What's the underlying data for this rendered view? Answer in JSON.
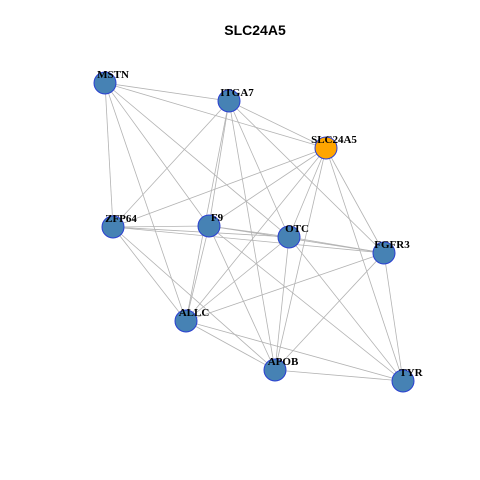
{
  "title": "SLC24A5",
  "colors": {
    "node_default": "#4682b4",
    "node_focus": "#ffa500",
    "node_border": "#2a3fd1",
    "edge": "#b3b3b3"
  },
  "nodes": [
    {
      "id": "MSTN",
      "label": "MSTN",
      "focus": false
    },
    {
      "id": "ITGA7",
      "label": "ITGA7",
      "focus": false
    },
    {
      "id": "SLC24A5",
      "label": "SLC24A5",
      "focus": true
    },
    {
      "id": "ZFP64",
      "label": "ZFP64",
      "focus": false
    },
    {
      "id": "F9",
      "label": "F9",
      "focus": false
    },
    {
      "id": "OTC",
      "label": "OTC",
      "focus": false
    },
    {
      "id": "FGFR3",
      "label": "FGFR3",
      "focus": false
    },
    {
      "id": "ALLC",
      "label": "ALLC",
      "focus": false
    },
    {
      "id": "APOB",
      "label": "APOB",
      "focus": false
    },
    {
      "id": "TYR",
      "label": "TYR",
      "focus": false
    }
  ],
  "edges": [
    [
      "MSTN",
      "ITGA7"
    ],
    [
      "MSTN",
      "SLC24A5"
    ],
    [
      "MSTN",
      "ZFP64"
    ],
    [
      "MSTN",
      "F9"
    ],
    [
      "MSTN",
      "OTC"
    ],
    [
      "MSTN",
      "ALLC"
    ],
    [
      "ITGA7",
      "SLC24A5"
    ],
    [
      "ITGA7",
      "ZFP64"
    ],
    [
      "ITGA7",
      "F9"
    ],
    [
      "ITGA7",
      "OTC"
    ],
    [
      "ITGA7",
      "FGFR3"
    ],
    [
      "ITGA7",
      "ALLC"
    ],
    [
      "ITGA7",
      "APOB"
    ],
    [
      "SLC24A5",
      "ZFP64"
    ],
    [
      "SLC24A5",
      "F9"
    ],
    [
      "SLC24A5",
      "OTC"
    ],
    [
      "SLC24A5",
      "ALLC"
    ],
    [
      "SLC24A5",
      "APOB"
    ],
    [
      "SLC24A5",
      "TYR"
    ],
    [
      "SLC24A5",
      "FGFR3"
    ],
    [
      "ZFP64",
      "F9"
    ],
    [
      "ZFP64",
      "OTC"
    ],
    [
      "ZFP64",
      "FGFR3"
    ],
    [
      "ZFP64",
      "ALLC"
    ],
    [
      "ZFP64",
      "APOB"
    ],
    [
      "F9",
      "OTC"
    ],
    [
      "F9",
      "FGFR3"
    ],
    [
      "F9",
      "ALLC"
    ],
    [
      "F9",
      "APOB"
    ],
    [
      "F9",
      "TYR"
    ],
    [
      "OTC",
      "ALLC"
    ],
    [
      "OTC",
      "APOB"
    ],
    [
      "OTC",
      "TYR"
    ],
    [
      "OTC",
      "FGFR3"
    ],
    [
      "FGFR3",
      "ALLC"
    ],
    [
      "FGFR3",
      "APOB"
    ],
    [
      "FGFR3",
      "TYR"
    ],
    [
      "ALLC",
      "APOB"
    ],
    [
      "ALLC",
      "TYR"
    ],
    [
      "APOB",
      "TYR"
    ]
  ]
}
